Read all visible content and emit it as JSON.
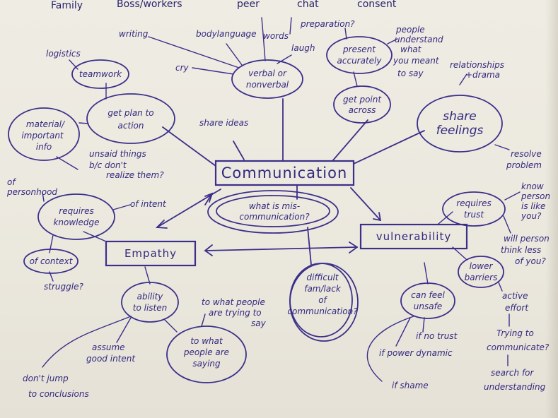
{
  "header_words": [
    "Family",
    "Boss/workers",
    "peer",
    "chat",
    "consent"
  ],
  "center": "Communication",
  "center_sub": [
    "what is mis-",
    "communication?"
  ],
  "difficult": [
    "difficult",
    "fam/lack",
    "of",
    "communication?"
  ],
  "verbal": {
    "bubble": [
      "verbal or",
      "nonverbal"
    ],
    "body_language": "bodylanguage",
    "words": "words",
    "laugh": "laugh",
    "cry": "cry",
    "writing": "writing"
  },
  "present": {
    "bubble": [
      "present",
      "accurately"
    ],
    "preparation": "preparation?",
    "people_understand": [
      "people",
      "understand",
      "what",
      "you meant",
      "to say"
    ]
  },
  "get_point": [
    "get point",
    "across"
  ],
  "share_feelings": {
    "bubble": [
      "share",
      "feelings"
    ],
    "relationships": [
      "relationships",
      "+drama"
    ],
    "resolve": [
      "resolve",
      "problem"
    ]
  },
  "share_ideas": "share ideas",
  "plan": {
    "bubble": [
      "get plan to",
      "action"
    ],
    "teamwork": "teamwork",
    "logistics": "logistics",
    "info": [
      "material/",
      "important",
      "info"
    ],
    "unsaid": [
      "unsaid things",
      "b/c don't",
      "realize them?"
    ]
  },
  "empathy": {
    "box": "Empathy",
    "knowledge": [
      "requires",
      "knowledge"
    ],
    "personhood": [
      "of",
      "personhood"
    ],
    "intent": "of intent",
    "context": "of context",
    "struggle": "struggle?",
    "listen": [
      "ability",
      "to listen"
    ],
    "trying": [
      "to what people",
      "are trying to",
      "say"
    ],
    "saying": [
      "to what",
      "people are",
      "saying"
    ],
    "assume": [
      "assume",
      "good intent"
    ],
    "jump": [
      "don't jump",
      "to conclusions"
    ]
  },
  "vulnerability": {
    "box": "vulnerability",
    "trust": [
      "requires",
      "trust"
    ],
    "know_person": [
      "know",
      "person",
      "is like",
      "you?"
    ],
    "think_less": [
      "will person",
      "think less",
      "of you?"
    ],
    "barriers": [
      "lower",
      "barriers"
    ],
    "effort": [
      "active",
      "effort"
    ],
    "trying_comm": [
      "Trying to",
      "communicate?"
    ],
    "search": [
      "search for",
      "understanding"
    ],
    "unsafe": [
      "can feel",
      "unsafe"
    ],
    "no_trust": "if no trust",
    "power": "if power dynamic",
    "shame": "if shame"
  }
}
